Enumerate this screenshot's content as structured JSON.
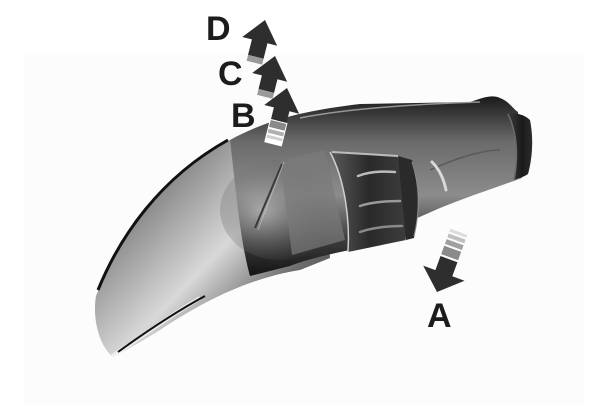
{
  "figure": {
    "subject": "Steering column stalk lever with rotary dial",
    "colors": {
      "background": "#ffffff",
      "panel": "#fcfcfc",
      "arrow_dark": "#2e2e2e",
      "arrow_mid": "#8a8a8a",
      "arrow_light": "#c4c4c4",
      "label": "#1c1c1c"
    }
  },
  "labels": {
    "a": "A",
    "b": "B",
    "c": "C",
    "d": "D"
  },
  "arrows": [
    {
      "id": "A",
      "direction": "down",
      "icon": "arrow-down-icon"
    },
    {
      "id": "B",
      "direction": "up",
      "icon": "arrow-up-icon"
    },
    {
      "id": "C",
      "direction": "up",
      "icon": "arrow-up-icon"
    },
    {
      "id": "D",
      "direction": "up",
      "icon": "arrow-up-icon"
    }
  ]
}
